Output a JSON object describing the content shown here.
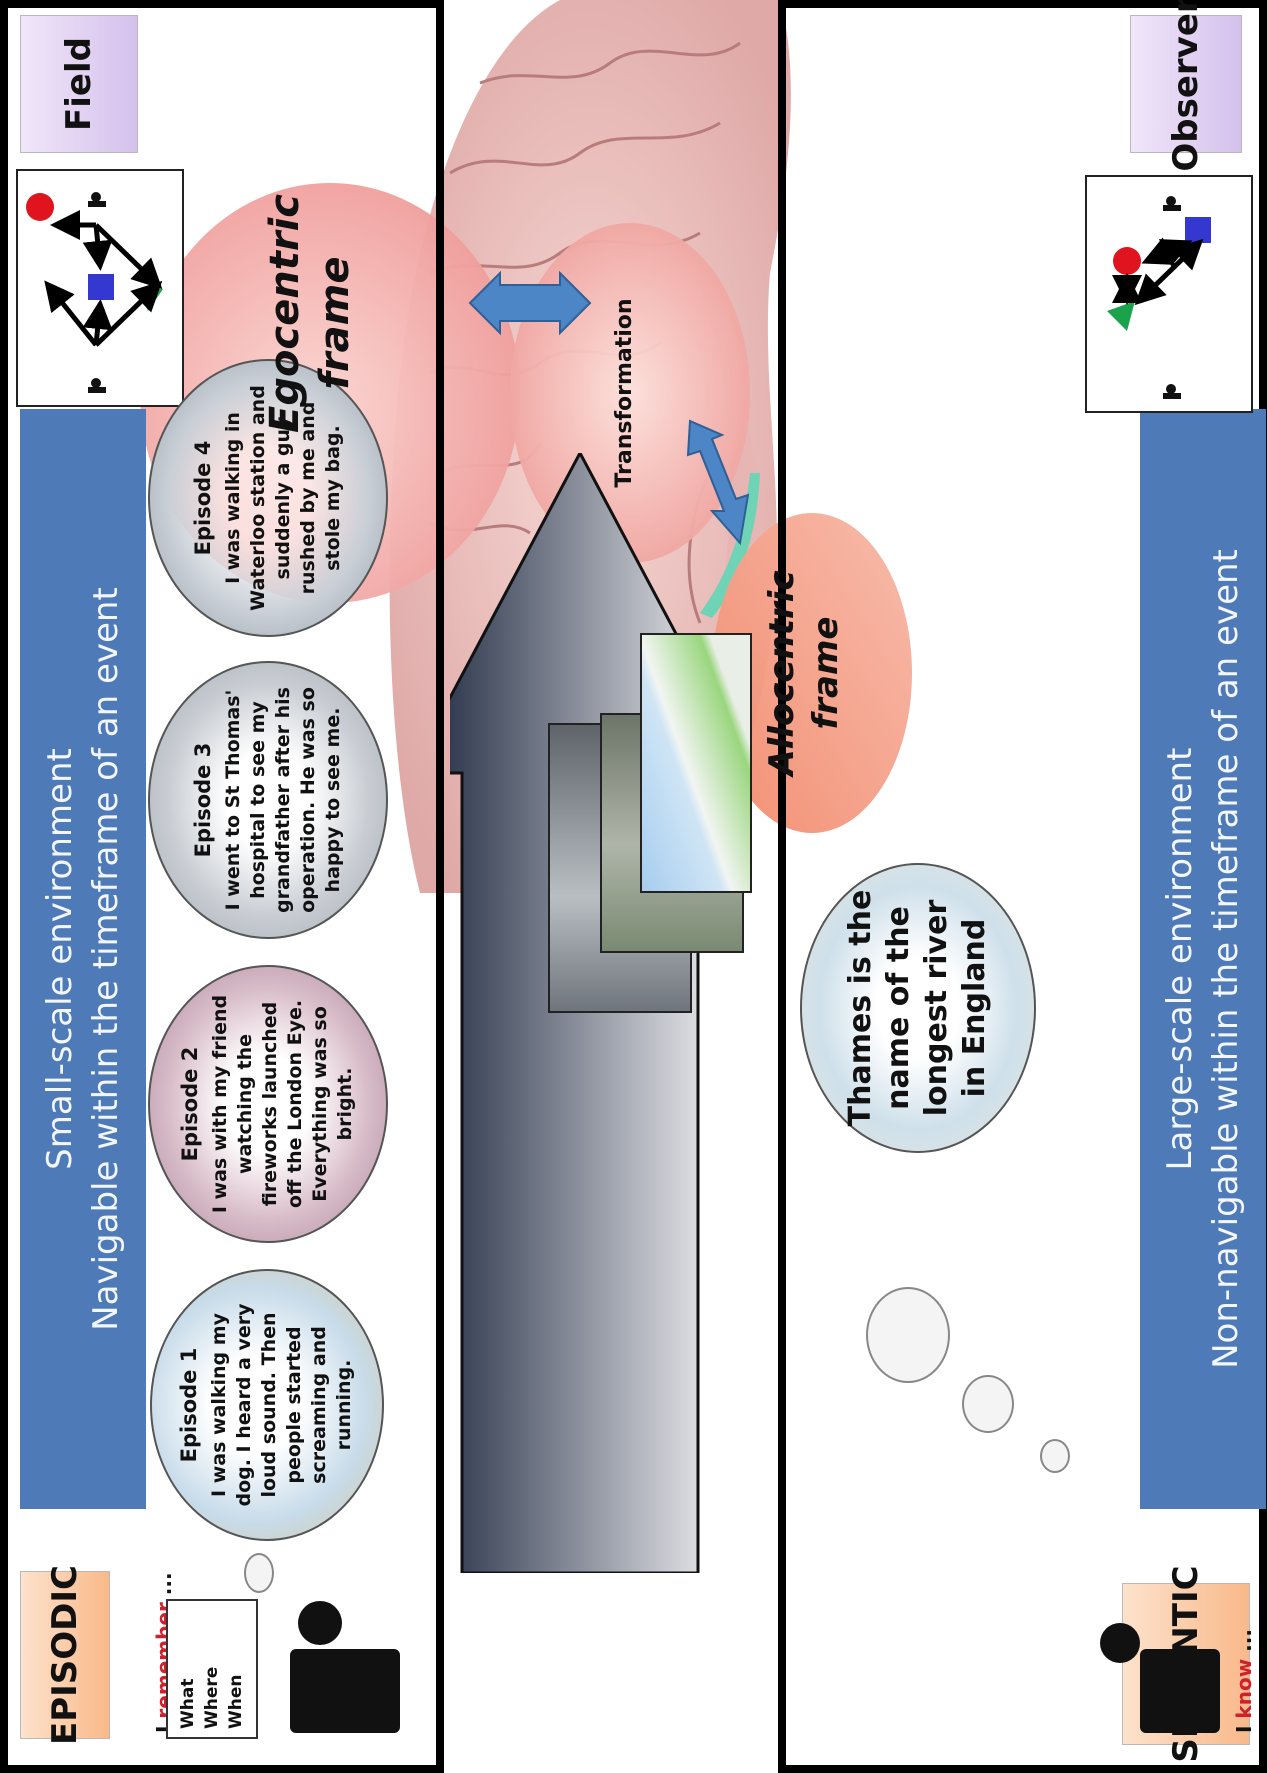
{
  "episodic": {
    "tag": "EPISODIC",
    "band_line1": "Small-scale environment",
    "band_line2": "Navigable within the timeframe of an event",
    "cue_prefix": "I",
    "cue_word": "remember",
    "cue_suffix": " ...",
    "what_where_when": [
      "What",
      "Where",
      "When"
    ],
    "perspective_tag": "Field",
    "episodes": [
      {
        "title": "Episode 1",
        "text": "I was walking my dog. I heard a very loud sound. Then people started screaming and running."
      },
      {
        "title": "Episode 2",
        "text": "I was with my friend watching the fireworks launched off the London Eye. Everything was so bright."
      },
      {
        "title": "Episode 3",
        "text": "I went to St Thomas' hospital to see my grandfather after his operation. He was so happy to see me."
      },
      {
        "title": "Episode 4",
        "text": "I was walking in Waterloo station and suddenly a guy rushed by me and stole my bag."
      }
    ]
  },
  "semantic": {
    "tag": "SEMANTIC",
    "band_line1": "Large-scale environment",
    "band_line2": "Non-navigable within the timeframe of an event",
    "cue_prefix": "I",
    "cue_word": " know",
    "cue_suffix": " ...",
    "perspective_tag": "Observer",
    "fact": "Thames is the name of the longest river in England"
  },
  "brain": {
    "egocentric_line1": "Egocentric",
    "egocentric_line2": "frame",
    "allocentric_line1": "Allocentric",
    "allocentric_line2": "frame",
    "transformation": "Transformation"
  },
  "colors": {
    "band": "#4f7ab8",
    "episodic_tag": "#f9b98a",
    "perspective_tag": "#d4c1ec",
    "circle": "#e0141e",
    "square": "#3438d0",
    "triangle": "#1aa34a",
    "arrow_blue": "#4d86c6",
    "brain": "#f0c3c0"
  },
  "icons": [
    "person-icon",
    "red-circle-icon",
    "blue-square-icon",
    "green-triangle-icon",
    "double-arrow-icon",
    "thought-bubble-icon"
  ]
}
